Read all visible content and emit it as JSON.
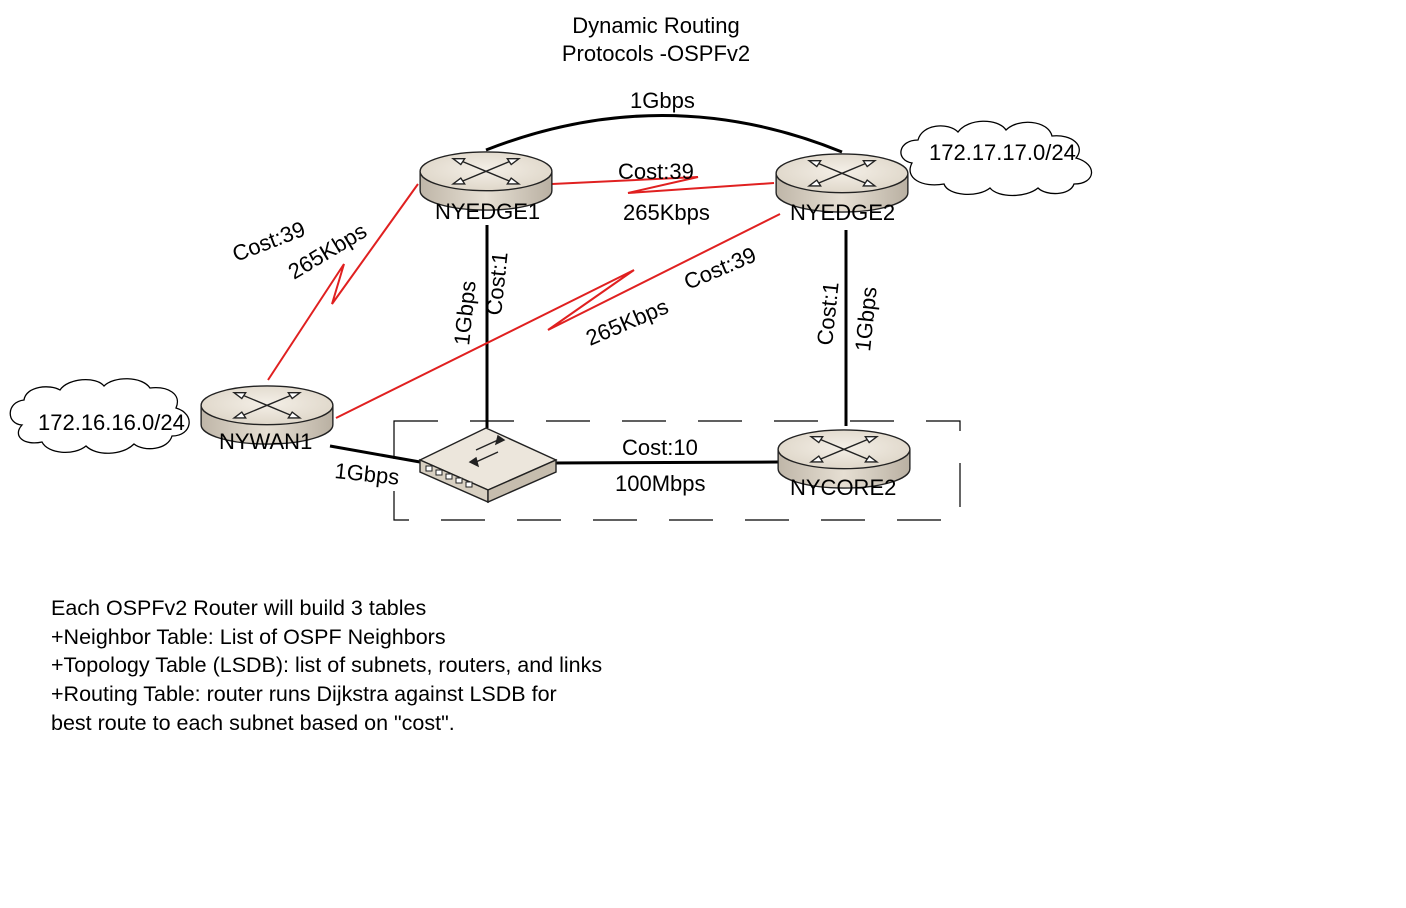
{
  "title": {
    "line1": "Dynamic Routing",
    "line2": "Protocols -OSPFv2"
  },
  "routers": {
    "nyedge1": "NYEDGE1",
    "nyedge2": "NYEDGE2",
    "nywan1": "NYWAN1",
    "nycore2": "NYCORE2"
  },
  "clouds": {
    "subnet_a": "172.17.17.0/24",
    "subnet_b": "172.16.16.0/24"
  },
  "links": {
    "edge1_edge2_speed": "1Gbps",
    "edge1_edge2_serial_cost": "Cost:39",
    "edge1_edge2_serial_speed": "265Kbps",
    "wan1_edge1_cost": "Cost:39",
    "wan1_edge1_speed": "265Kbps",
    "wan1_edge2_cost": "Cost:39",
    "wan1_edge2_speed": "265Kbps",
    "edge1_switch_speed": "1Gbps",
    "edge1_switch_cost": "Cost:1",
    "edge2_core2_cost": "Cost:1",
    "edge2_core2_speed": "1Gbps",
    "switch_core2_cost": "Cost:10",
    "switch_core2_speed": "100Mbps",
    "wan1_switch_speed": "1Gbps"
  },
  "notes": [
    "Each OSPFv2 Router will build 3 tables",
    "+Neighbor Table: List of OSPF Neighbors",
    "+Topology Table (LSDB): list of subnets, routers, and links",
    "+Routing Table: router runs Dijkstra against LSDB for",
    "best route to each subnet based on \"cost\"."
  ],
  "colors": {
    "serial_link": "#e02020",
    "ethernet_link": "#000000",
    "router_body": "#e9e2d6"
  }
}
